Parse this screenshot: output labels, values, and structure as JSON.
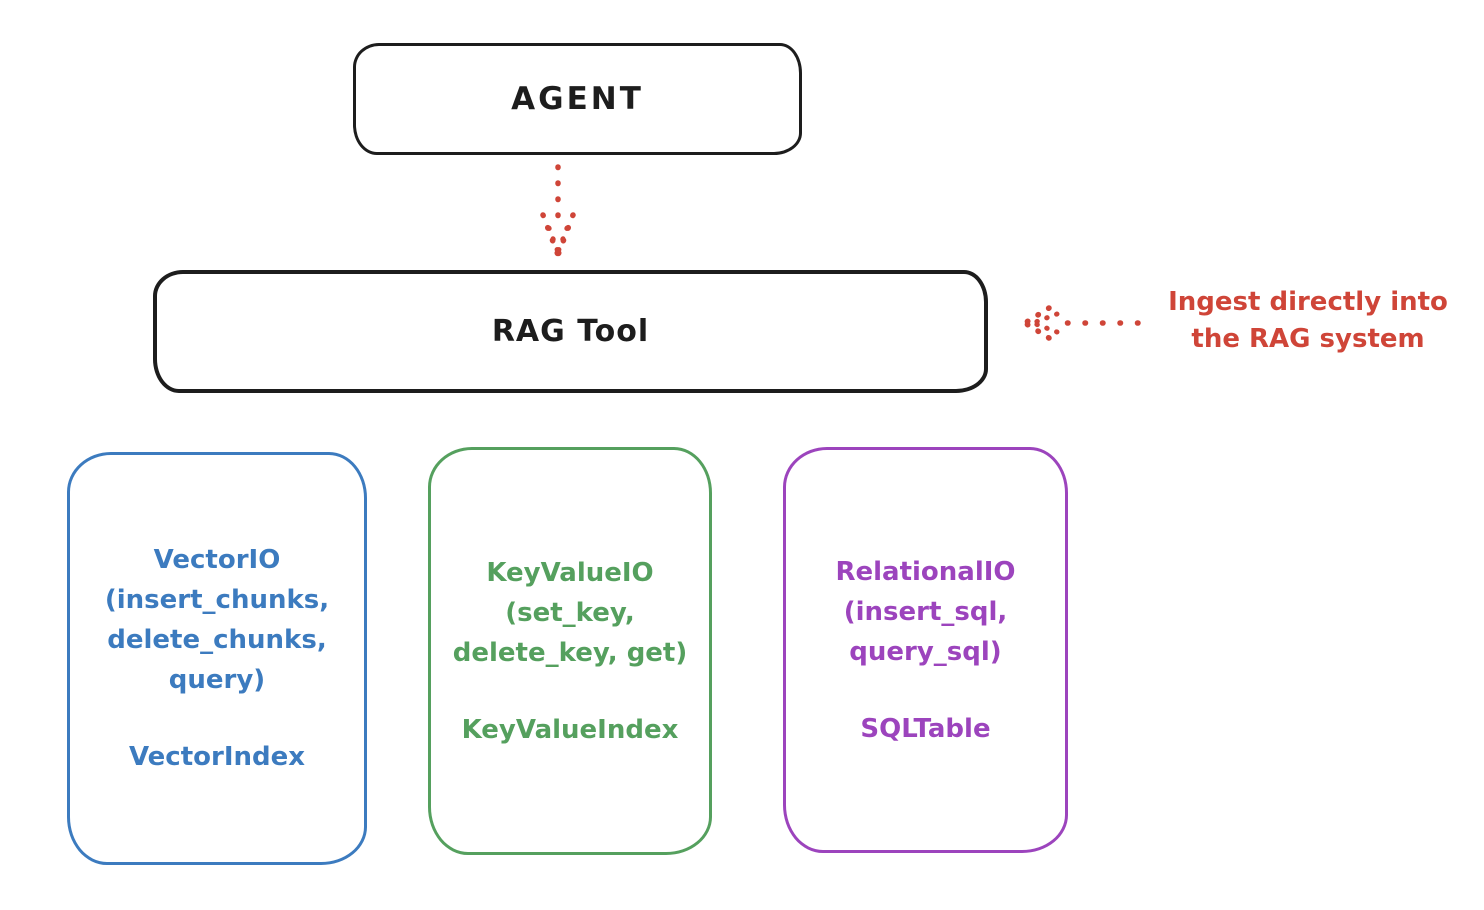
{
  "colors": {
    "ink": "#1d1d1d",
    "red": "#cf4538",
    "blue": "#3c7bbf",
    "green": "#55a05e",
    "purple": "#9c44bd"
  },
  "diagram": {
    "agent": {
      "label": "AGENT"
    },
    "rag_tool": {
      "label": "RAG Tool"
    },
    "annotation": {
      "lines": [
        "Ingest directly into",
        "the RAG system"
      ]
    },
    "arrows": [
      {
        "name": "agent-to-rag-tool",
        "style": "dotted",
        "direction": "down"
      },
      {
        "name": "annotation-to-rag-tool",
        "style": "dotted",
        "direction": "left"
      }
    ],
    "io_boxes": [
      {
        "name": "vector-io",
        "color": "#3c7bbf",
        "title_lines": [
          "VectorIO",
          "(insert_chunks,",
          "delete_chunks,",
          "query)"
        ],
        "index_label": "VectorIndex"
      },
      {
        "name": "keyvalue-io",
        "color": "#55a05e",
        "title_lines": [
          "KeyValueIO",
          "(set_key,",
          "delete_key, get)"
        ],
        "index_label": "KeyValueIndex"
      },
      {
        "name": "relational-io",
        "color": "#9c44bd",
        "title_lines": [
          "RelationalIO",
          "(insert_sql,",
          "query_sql)"
        ],
        "index_label": "SQLTable"
      }
    ]
  }
}
